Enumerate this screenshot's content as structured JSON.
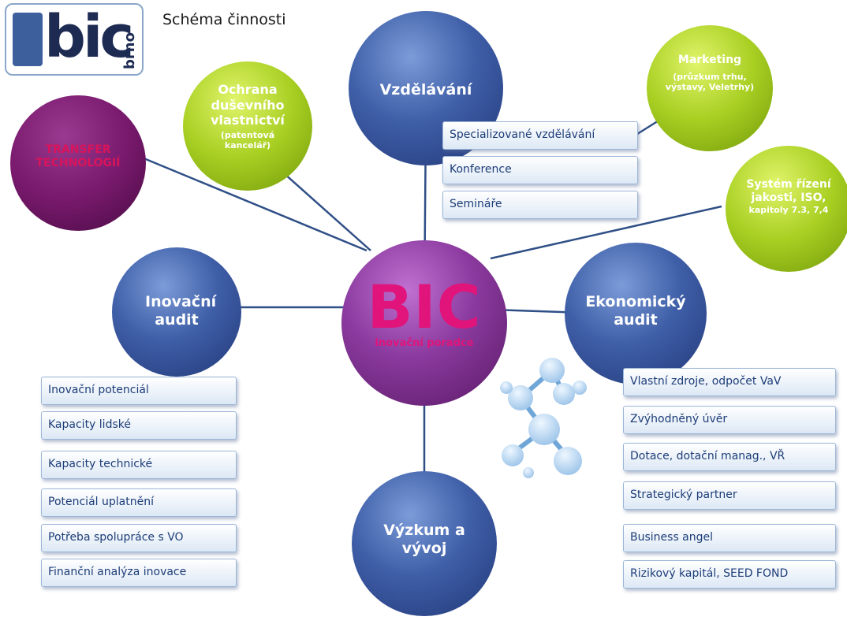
{
  "header": {
    "title": "Schéma činnosti"
  },
  "logo": {
    "text": "bic",
    "city": "brno"
  },
  "center": {
    "title": "BIC",
    "subtitle": "inovační poradce"
  },
  "nodes": {
    "vzdelavani": {
      "title": "Vzdělávání"
    },
    "ochrana": {
      "title": "Ochrana duševního vlastnictví",
      "sub": "(patentová kancelář)"
    },
    "transfer": {
      "title": "TRANSFER TECHNOLOGIÍ"
    },
    "marketing": {
      "title": "Marketing",
      "sub": "(průzkum trhu, výstavy, Veletrhy)"
    },
    "jakost": {
      "title": "Systém řízení jakosti, ISO,",
      "sub": "kapitoly 7.3, 7,4"
    },
    "inovacni_audit": {
      "title": "Inovační audit"
    },
    "ekonomicky_audit": {
      "title": "Ekonomický audit"
    },
    "vyzkum": {
      "title": "Výzkum a vývoj"
    }
  },
  "education_items": [
    "Specializované vzdělávání",
    "Konference",
    "Semináře"
  ],
  "innovation_items": [
    "Inovační potenciál",
    "Kapacity lidské",
    "Kapacity technické",
    "Potenciál uplatnění",
    "Potřeba spolupráce s VO",
    "Finanční analýza inovace"
  ],
  "economic_items": [
    "Vlastní zdroje, odpočet VaV",
    "Zvýhodněný úvěr",
    "Dotace, dotační manag., VŘ",
    "Strategický partner",
    "Business angel",
    "Rizikový kapitál, SEED FOND"
  ],
  "colors": {
    "blue_circle": "#34549e",
    "blue_circle_light": "#6f8fd0",
    "green_circle": "#9cc71c",
    "green_circle_light": "#d6ee5a",
    "purple_center": "#7c2f8e",
    "purple_center_light": "#b35bc4",
    "magenta_text": "#e0147a",
    "transfer_circle": "#7a1a6e",
    "transfer_text": "#d9145a",
    "line": "#2f4f86",
    "box_text": "#1c3d78",
    "molecule": "#a9cdec"
  }
}
